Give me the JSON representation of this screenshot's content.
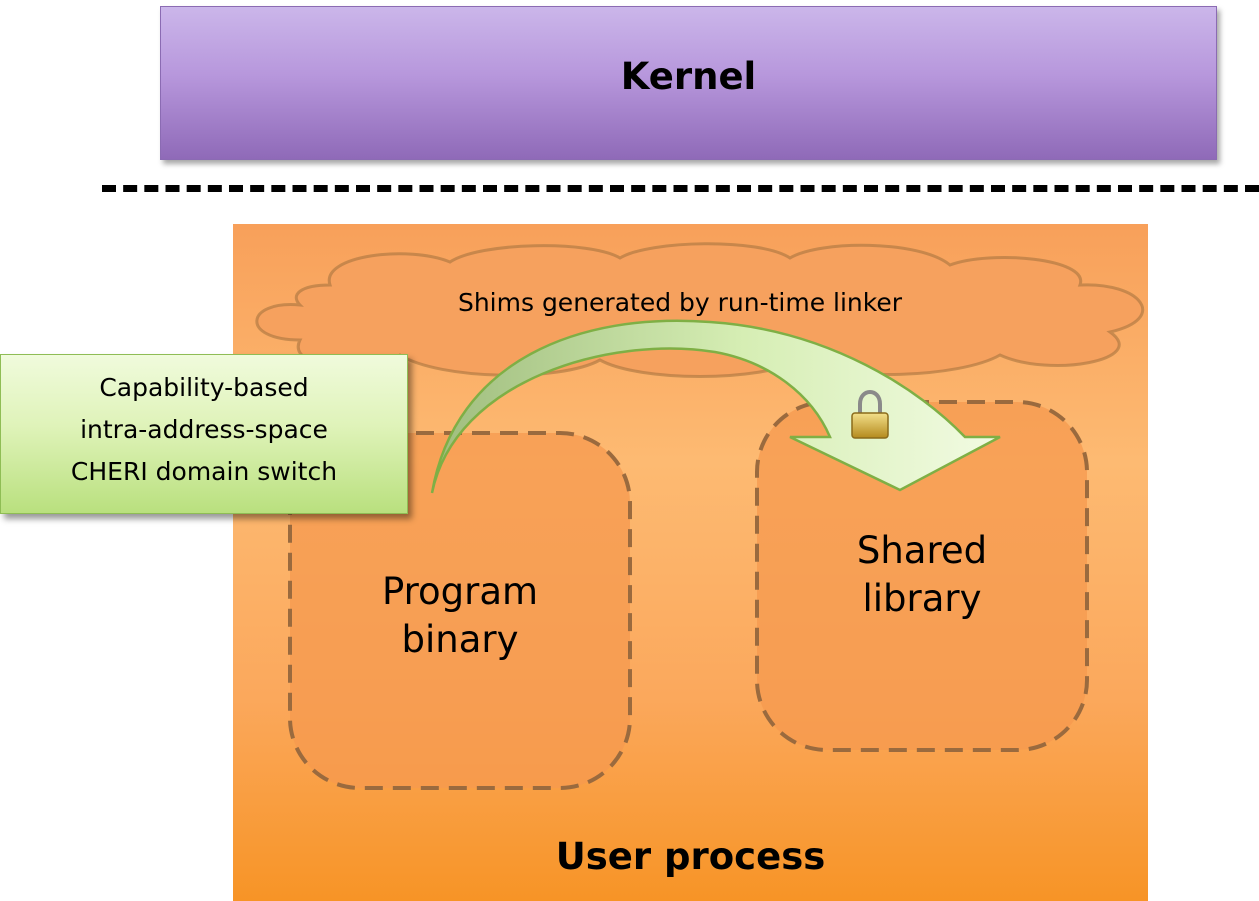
{
  "kernel": {
    "label": "Kernel"
  },
  "user_process": {
    "label": "User process"
  },
  "shims": {
    "label": "Shims generated by run-time linker"
  },
  "callout": {
    "lines": [
      "Capability-based",
      "intra-address-space",
      "CHERI domain switch"
    ]
  },
  "program_binary": {
    "lines": [
      "Program",
      "binary"
    ]
  },
  "shared_library": {
    "lines": [
      "Shared",
      "library"
    ]
  },
  "icons": {
    "lock": "padlock-icon"
  },
  "colors": {
    "kernel": "#b797dc",
    "user_process": "#fba85c",
    "callout": "#dff3b9",
    "arrow": "#c7e79f",
    "dashed_border": "#9a6a3e"
  }
}
